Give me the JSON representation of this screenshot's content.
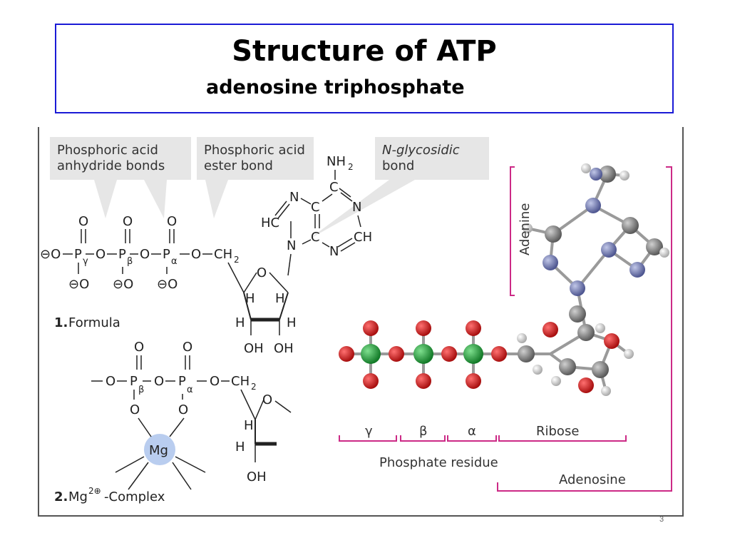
{
  "header": {
    "title": "Structure of ATP",
    "subtitle": "adenosine triphosphate"
  },
  "diagram": {
    "callouts": {
      "anhydride_line1": "Phosphoric acid",
      "anhydride_line2": "anhydride bonds",
      "ester_line1": "Phosphoric acid",
      "ester_line2": "ester bond",
      "glycosidic_line1": "N-glycosidic",
      "glycosidic_line2": "bond"
    },
    "formula": {
      "label_num": "1.",
      "label": "Formula",
      "nh2": "NH",
      "nh2_sub": "2",
      "gamma": "γ",
      "beta": "β",
      "alpha": "α"
    },
    "complex": {
      "label_num": "2.",
      "label_pre": "Mg",
      "label_sup": "2⊕",
      "label_post": "-Complex",
      "mg": "Mg"
    },
    "model": {
      "adenine": "Adenine",
      "gamma": "γ",
      "beta": "β",
      "alpha": "α",
      "ribose": "Ribose",
      "phosphate_residue": "Phosphate residue",
      "adenosine": "Adenosine"
    },
    "colors": {
      "oxygen": "#cc1a1a",
      "phosphorus": "#1fa33a",
      "carbon": "#8c8c8c",
      "nitrogen": "#7f88b8",
      "hydrogen": "#e6e6e6",
      "bracket": "#cc2a86",
      "callout": "#e6e6e6",
      "title_border": "#1a1ad6",
      "mg_fill": "#b9cdef"
    }
  },
  "footer": {
    "slide_number": "3"
  }
}
